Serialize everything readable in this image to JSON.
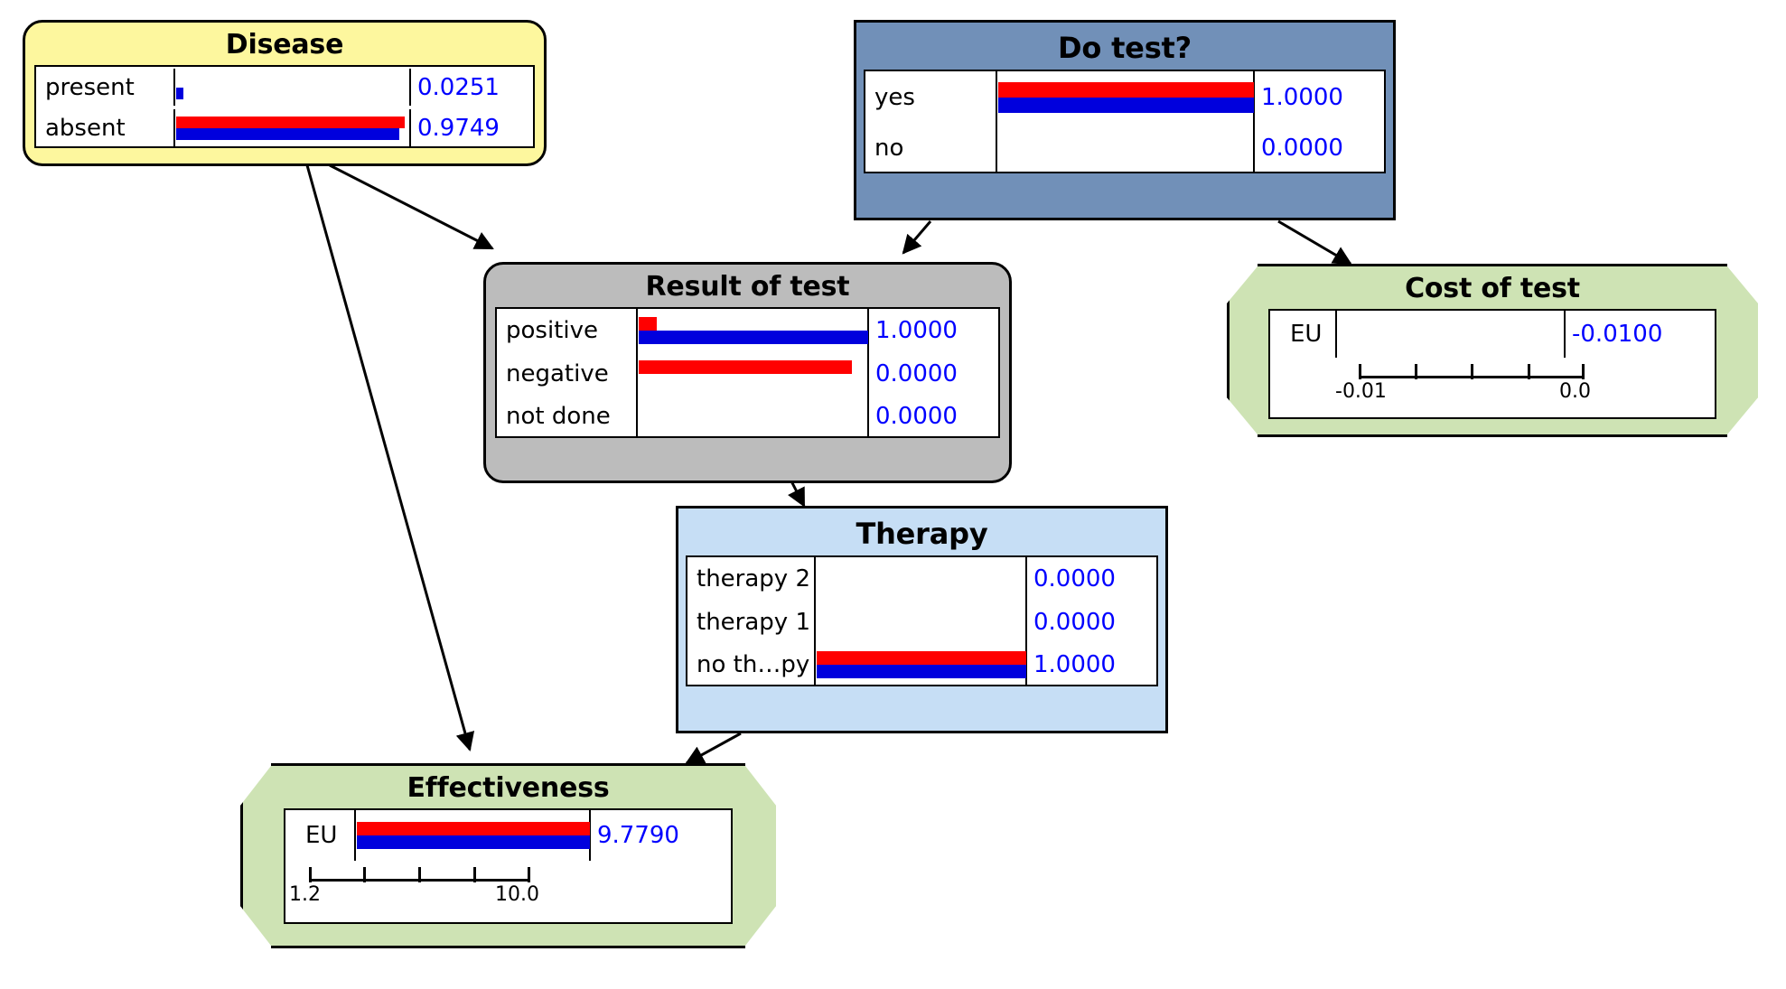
{
  "diagram": {
    "type": "influence-diagram",
    "background": "#ffffff",
    "legend_colors": {
      "chance_node_disease": "#fdf79e",
      "chance_node_result": "#bcbcbc",
      "decision_node_do_test": "#7190b8",
      "decision_node_therapy": "#c6def5",
      "utility_node": "#cee3b4",
      "bar_red": "#ff0000",
      "bar_blue": "#0000dd",
      "value_text": "#0000ff"
    },
    "nodes": [
      {
        "id": "disease",
        "title": "Disease",
        "kind": "chance",
        "rows": [
          {
            "label": "present",
            "value": "0.0251",
            "red": 0.0251,
            "blue": 0.0251
          },
          {
            "label": "absent",
            "value": "0.9749",
            "red": 0.9749,
            "blue": 0.9749
          }
        ]
      },
      {
        "id": "do-test",
        "title": "Do test?",
        "kind": "decision",
        "rows": [
          {
            "label": "yes",
            "value": "1.0000",
            "red": 1.0,
            "blue": 1.0
          },
          {
            "label": "no",
            "value": "0.0000",
            "red": 0.0,
            "blue": 0.0
          }
        ]
      },
      {
        "id": "result-of-test",
        "title": "Result of test",
        "kind": "chance",
        "rows": [
          {
            "label": "positive",
            "value": "1.0000",
            "red": 0.08,
            "blue": 1.0
          },
          {
            "label": "negative",
            "value": "0.0000",
            "red": 0.93,
            "blue": 0.0
          },
          {
            "label": "not done",
            "value": "0.0000",
            "red": 0.0,
            "blue": 0.0
          }
        ]
      },
      {
        "id": "cost-of-test",
        "title": "Cost of test",
        "kind": "utility",
        "rows": [
          {
            "label": "EU",
            "value": "-0.0100",
            "red": 0.0,
            "blue": 0.0
          }
        ],
        "scale": {
          "min_label": "-0.01",
          "max_label": "0.0",
          "ticks": 5
        }
      },
      {
        "id": "therapy",
        "title": "Therapy",
        "kind": "decision",
        "rows": [
          {
            "label": "therapy 2",
            "value": "0.0000",
            "red": 0.0,
            "blue": 0.0
          },
          {
            "label": "therapy 1",
            "value": "0.0000",
            "red": 0.0,
            "blue": 0.0
          },
          {
            "label": "no th…py",
            "value": "1.0000",
            "red": 1.0,
            "blue": 1.0
          }
        ]
      },
      {
        "id": "effectiveness",
        "title": "Effectiveness",
        "kind": "utility",
        "rows": [
          {
            "label": "EU",
            "value": "9.7790",
            "red": 1.0,
            "blue": 1.0
          }
        ],
        "scale": {
          "min_label": "1.2",
          "max_label": "10.0",
          "ticks": 5
        }
      }
    ],
    "edges": [
      {
        "from": "disease",
        "to": "result-of-test"
      },
      {
        "from": "disease",
        "to": "effectiveness"
      },
      {
        "from": "do-test",
        "to": "result-of-test"
      },
      {
        "from": "do-test",
        "to": "cost-of-test"
      },
      {
        "from": "result-of-test",
        "to": "therapy"
      },
      {
        "from": "therapy",
        "to": "effectiveness"
      }
    ]
  }
}
